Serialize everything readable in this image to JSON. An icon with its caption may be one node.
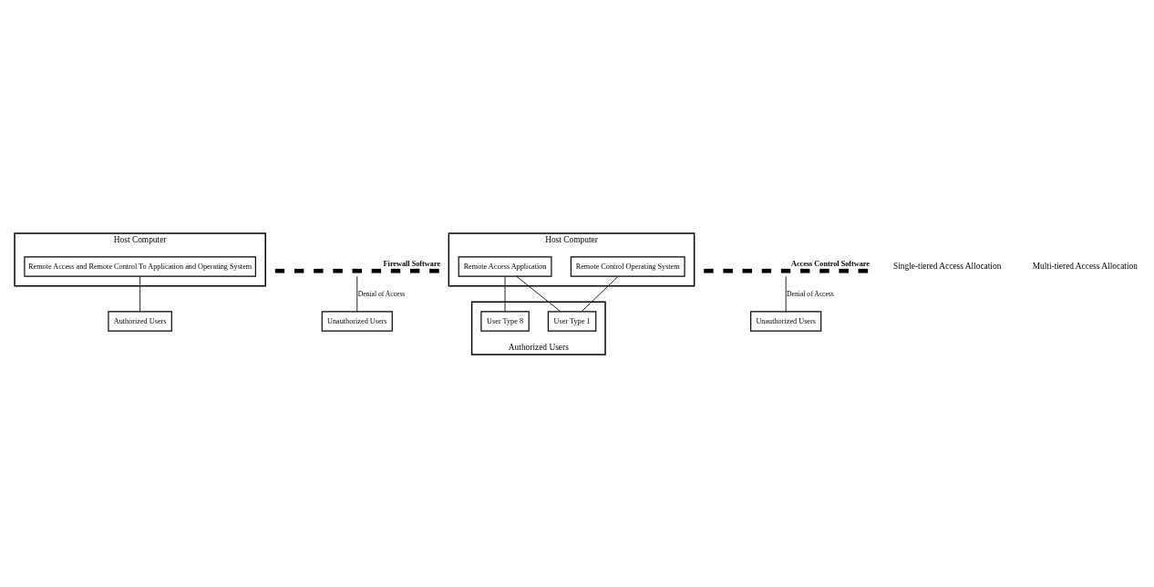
{
  "diagram": {
    "nodes": [
      {
        "text": [
          "Host Computer"
        ]
      },
      {
        "text": [
          "Remote Access and Remote Control To Application and Operating System"
        ],
        "in": 0
      },
      {
        "text": [],
        "shape": "bar",
        "beside": [
          "Firewall Software"
        ]
      },
      {
        "text": [
          "Authorized Users"
        ]
      },
      {
        "text": [
          "Unauthorized Users"
        ]
      },
      {
        "text": [
          "Host Computer"
        ]
      },
      {
        "text": [
          "Remote Access Application"
        ],
        "in": 5
      },
      {
        "text": [
          "Remote Control Operating System"
        ],
        "in": 5
      },
      {
        "text": [],
        "shape": "bar",
        "beside": [
          "Access Control Software"
        ]
      },
      {
        "text": [
          "Authorized Users"
        ]
      },
      {
        "text": [
          "User Type 8"
        ],
        "in": 9
      },
      {
        "text": [
          "User Type 1"
        ],
        "in": 9
      },
      {
        "text": [
          "Unauthorized Users"
        ]
      }
    ],
    "edges": [
      {
        "from": 1,
        "to": 3,
        "arrow": "none"
      },
      {
        "from": 2,
        "to": 4,
        "arrow": "none",
        "label": "Denial of Access"
      },
      {
        "from": 6,
        "to": 10,
        "arrow": "none"
      },
      {
        "from": 6,
        "to": 11,
        "arrow": "none"
      },
      {
        "from": 7,
        "to": 11,
        "arrow": "none"
      },
      {
        "from": 8,
        "to": 12,
        "arrow": "none",
        "label": "Denial of Access"
      }
    ],
    "labels": [
      "Single-tiered Access Allocation",
      "Multi-tiered Access Allocation"
    ]
  }
}
